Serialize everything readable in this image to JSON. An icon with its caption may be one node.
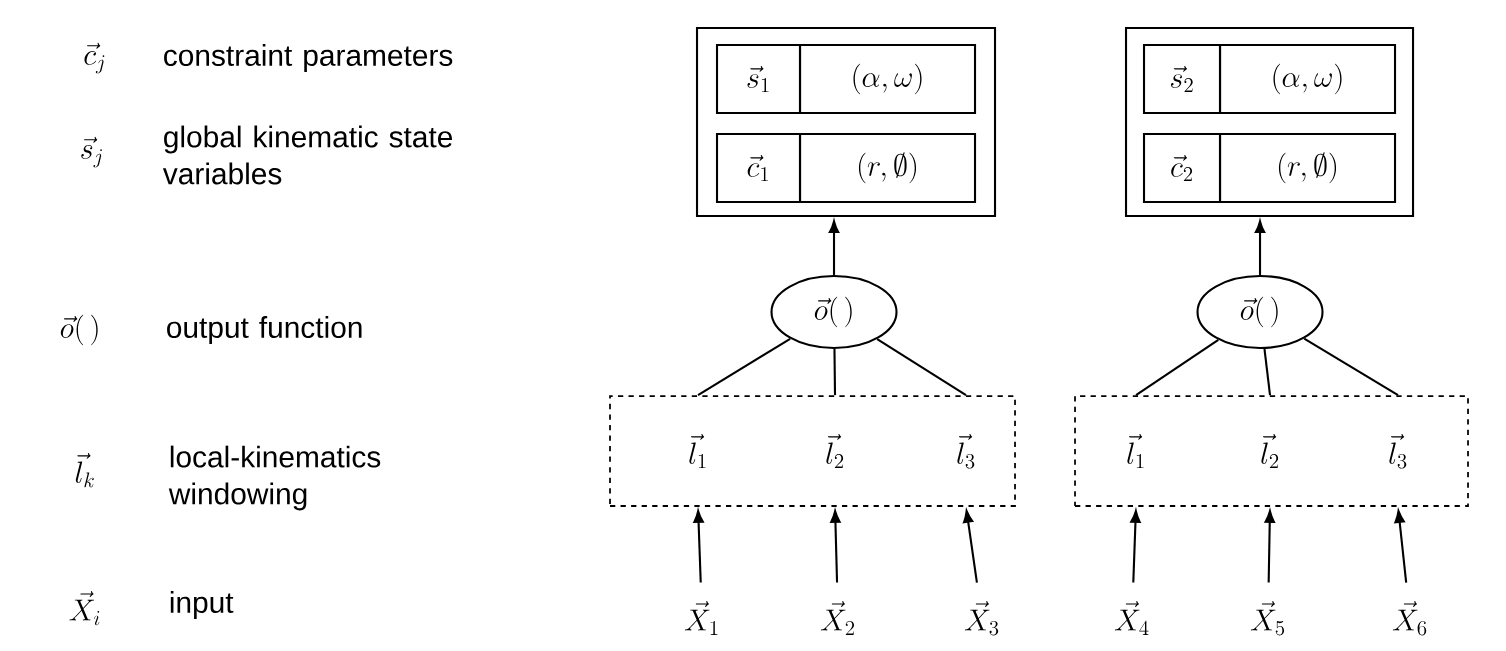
{
  "diagram": {
    "nodes": [
      {
        "text": [],
        "shape": "box"
      },
      {
        "text": [
          "\\vec{s}_1"
        ],
        "in": 0
      },
      {
        "text": [
          "(\\alpha,\\omega)"
        ],
        "in": 0
      },
      {
        "text": [
          "\\vec{c}_1"
        ],
        "in": 0
      },
      {
        "text": [
          "(r,\\emptyset)"
        ],
        "in": 0
      },
      {
        "text": [],
        "shape": "box"
      },
      {
        "text": [
          "\\vec{s}_2"
        ],
        "in": 5
      },
      {
        "text": [
          "(\\alpha,\\omega)"
        ],
        "in": 5
      },
      {
        "text": [
          "\\vec{c}_2"
        ],
        "in": 5
      },
      {
        "text": [
          "(r,\\emptyset)"
        ],
        "in": 5
      },
      {
        "text": [
          "\\vec{o}(\\,)"
        ]
      },
      {
        "text": [
          "\\vec{o}(\\,)"
        ]
      },
      {
        "text": [],
        "shape": "box"
      },
      {
        "text": [
          "\\vec{l}_1"
        ],
        "in": 12
      },
      {
        "text": [
          "\\vec{l}_2"
        ],
        "in": 12
      },
      {
        "text": [
          "\\vec{l}_3"
        ],
        "in": 12
      },
      {
        "text": [],
        "shape": "box"
      },
      {
        "text": [
          "\\vec{l}_1"
        ],
        "in": 16
      },
      {
        "text": [
          "\\vec{l}_2"
        ],
        "in": 16
      },
      {
        "text": [
          "\\vec{l}_3"
        ],
        "in": 16
      },
      {
        "text": [
          "\\vec{X}_1"
        ]
      },
      {
        "text": [
          "\\vec{X}_2"
        ]
      },
      {
        "text": [
          "\\vec{X}_3"
        ]
      },
      {
        "text": [
          "\\vec{X}_4"
        ]
      },
      {
        "text": [
          "\\vec{X}_5"
        ]
      },
      {
        "text": [
          "\\vec{X}_6"
        ]
      }
    ],
    "edges": [
      {
        "from": 10,
        "to": 0,
        "arrow": "to"
      },
      {
        "from": 11,
        "to": 5,
        "arrow": "to"
      },
      {
        "from": 10,
        "to": 13,
        "arrow": "none"
      },
      {
        "from": 10,
        "to": 14,
        "arrow": "none"
      },
      {
        "from": 10,
        "to": 15,
        "arrow": "none"
      },
      {
        "from": 11,
        "to": 17,
        "arrow": "none"
      },
      {
        "from": 11,
        "to": 18,
        "arrow": "none"
      },
      {
        "from": 11,
        "to": 19,
        "arrow": "none"
      },
      {
        "from": 20,
        "to": 13,
        "arrow": "to"
      },
      {
        "from": 21,
        "to": 14,
        "arrow": "to"
      },
      {
        "from": 22,
        "to": 15,
        "arrow": "to"
      },
      {
        "from": 23,
        "to": 17,
        "arrow": "to"
      },
      {
        "from": 24,
        "to": 18,
        "arrow": "to"
      },
      {
        "from": 25,
        "to": 19,
        "arrow": "to"
      }
    ],
    "labels": [
      "\\vec{c}_j",
      "constraint parameters",
      "\\vec{s}_j",
      "global kinematic state variables",
      "\\vec{o}(\\,)",
      "output function",
      "\\vec{l}_k",
      "local-kinematics windowing",
      "\\vec{X}_i",
      "input"
    ]
  }
}
